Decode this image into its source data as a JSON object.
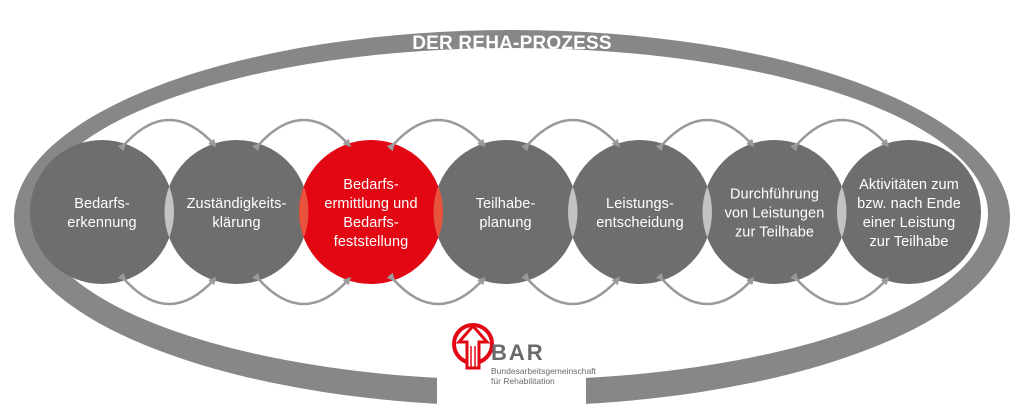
{
  "title": "DER REHA-PROZESS",
  "colors": {
    "ring": "#878787",
    "circle_gray": "#6e6e6e",
    "circle_highlight": "#e30613",
    "overlap_gray": "#c3c3c3",
    "overlap_red": "#e9533b",
    "arrow": "#9a9a9a",
    "logo_red": "#e30613",
    "logo_text": "#6a6a6a"
  },
  "steps": [
    {
      "lines": [
        "Bedarfs-",
        "erkennung"
      ],
      "highlighted": false
    },
    {
      "lines": [
        "Zuständigkeits-",
        "klärung"
      ],
      "highlighted": false
    },
    {
      "lines": [
        "Bedarfs-",
        "ermittlung und",
        "Bedarfs-",
        "feststellung"
      ],
      "highlighted": true
    },
    {
      "lines": [
        "Teilhabe-",
        "planung"
      ],
      "highlighted": false
    },
    {
      "lines": [
        "Leistungs-",
        "entscheidung"
      ],
      "highlighted": false
    },
    {
      "lines": [
        "Durchführung",
        "von Leistungen",
        "zur Teilhabe"
      ],
      "highlighted": false
    },
    {
      "lines": [
        "Aktivitäten zum",
        "bzw. nach Ende",
        "einer Leistung",
        "zur Teilhabe"
      ],
      "highlighted": false
    }
  ],
  "logo": {
    "abbr": "BAR",
    "line1": "Bundesarbeitsgemeinschaft",
    "line2": "für Rehabilitation"
  }
}
